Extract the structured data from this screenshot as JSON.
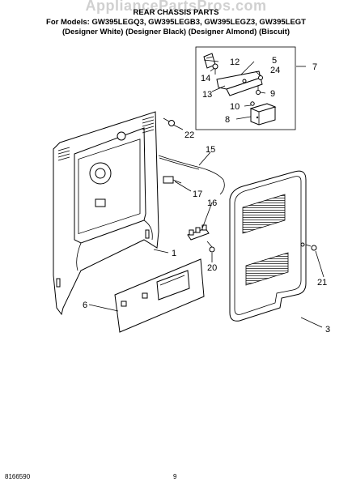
{
  "header": {
    "watermark": "AppliancePartsPros.com",
    "title": "REAR CHASSIS PARTS",
    "models": "For Models: GW395LEGQ3, GW395LEGB3, GW395LEGZ3, GW395LEGT",
    "variants": "(Designer White) (Designer Black) (Designer Almond) (Biscuit)"
  },
  "callouts": {
    "c1": "1",
    "c3": "3",
    "c5": "5",
    "c6": "6",
    "c7": "7",
    "c8": "8",
    "c9": "9",
    "c10": "10",
    "c12": "12",
    "c13": "13",
    "c14": "14",
    "c15": "15",
    "c16": "16",
    "c17": "17",
    "c20": "20",
    "c21": "21",
    "c22": "22",
    "c24": "24"
  },
  "footer": {
    "doc_number": "8166590",
    "page_number": "9"
  }
}
